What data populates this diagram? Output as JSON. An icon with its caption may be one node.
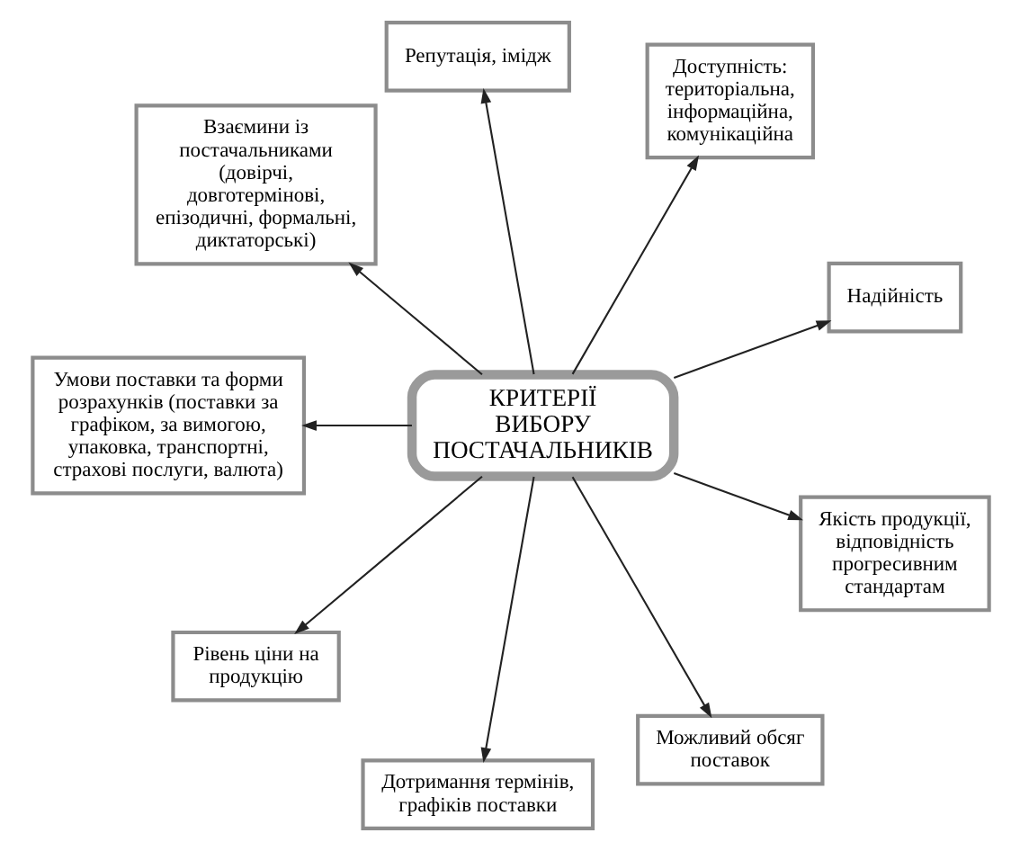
{
  "diagram": {
    "nodes": [
      {
        "text": [
          "Репутація, імідж"
        ]
      },
      {
        "text": [
          "Взаємини із постачальниками (довірчі, довготермінові, епізодичні, формальні, диктаторські)"
        ]
      },
      {
        "text": [
          "Доступність: територіальна, інформаційна, комунікаційна"
        ]
      },
      {
        "text": [
          "Умови поставки та форми розрахунків (поставки за графіком, за вимогою, упаковка, транспортні, страхові послуги, валюта)"
        ]
      },
      {
        "text": [
          "Надійність"
        ]
      },
      {
        "text": [
          "КРИТЕРІЇ ВИБОРУ ПОСТАЧАЛЬНИКІВ"
        ]
      },
      {
        "text": [
          "Рівень ціни на продукцію"
        ]
      },
      {
        "text": [
          "Якість продукції, відповідність прогресивним стандартам"
        ]
      },
      {
        "text": [
          "Дотримання термінів, графіків поставки"
        ]
      },
      {
        "text": [
          "Можливий обсяг поставок"
        ]
      }
    ],
    "edges": [
      {
        "from": 5,
        "to": 0,
        "arrow": "to"
      },
      {
        "from": 5,
        "to": 2,
        "arrow": "to"
      },
      {
        "from": 5,
        "to": 4,
        "arrow": "to"
      },
      {
        "from": 5,
        "to": 7,
        "arrow": "to"
      },
      {
        "from": 5,
        "to": 9,
        "arrow": "to"
      },
      {
        "from": 5,
        "to": 8,
        "arrow": "to"
      },
      {
        "from": 5,
        "to": 6,
        "arrow": "to"
      },
      {
        "from": 5,
        "to": 3,
        "arrow": "to"
      },
      {
        "from": 5,
        "to": 1,
        "arrow": "to"
      }
    ]
  }
}
